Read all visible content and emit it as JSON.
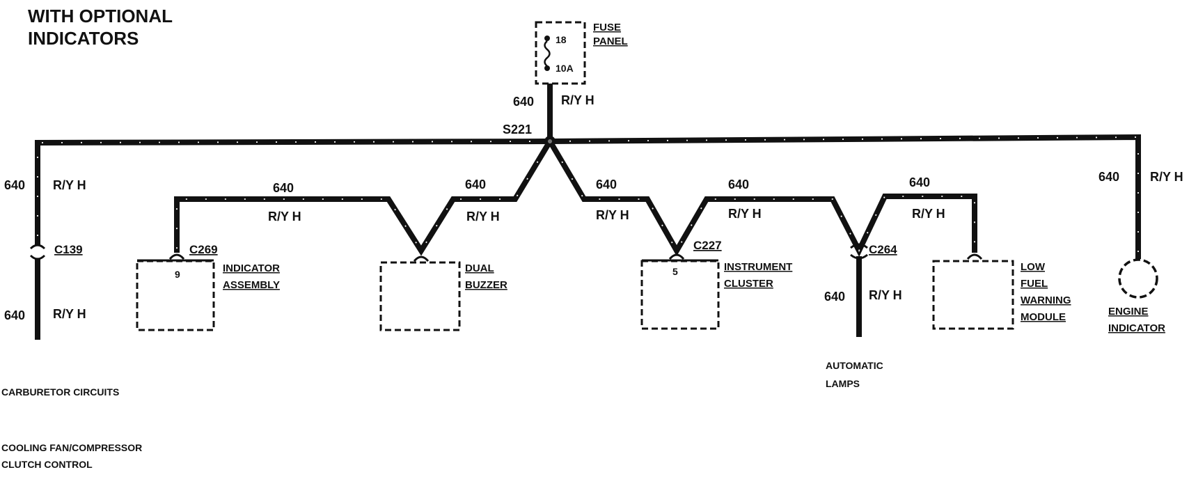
{
  "title": {
    "line1": "WITH OPTIONAL",
    "line2": "INDICATORS"
  },
  "fuse_panel": {
    "label_line1": "FUSE",
    "label_line2": "PANEL",
    "fuse_number": "18",
    "rating": "10A"
  },
  "splice": "S221",
  "wire": {
    "circuit": "640",
    "color": "R/Y H"
  },
  "connectors": {
    "c139": "C139",
    "c269": "C269",
    "c227": "C227",
    "c264": "C264"
  },
  "components": {
    "indicator_assembly": {
      "line1": "INDICATOR",
      "line2": "ASSEMBLY",
      "pin": "9"
    },
    "dual_buzzer": {
      "line1": "DUAL",
      "line2": "BUZZER"
    },
    "instrument_cluster": {
      "line1": "INSTRUMENT",
      "line2": "CLUSTER",
      "pin": "5"
    },
    "low_fuel_module": {
      "line1": "LOW",
      "line2": "FUEL",
      "line3": "WARNING",
      "line4": "MODULE"
    },
    "engine_indicator": {
      "line1": "ENGINE",
      "line2": "INDICATOR"
    }
  },
  "automatic_lamps": {
    "line1": "AUTOMATIC",
    "line2": "LAMPS"
  },
  "footnotes": {
    "carburetor": "CARBURETOR CIRCUITS",
    "cooling_line1": "COOLING FAN/COMPRESSOR",
    "cooling_line2": "CLUTCH CONTROL"
  }
}
